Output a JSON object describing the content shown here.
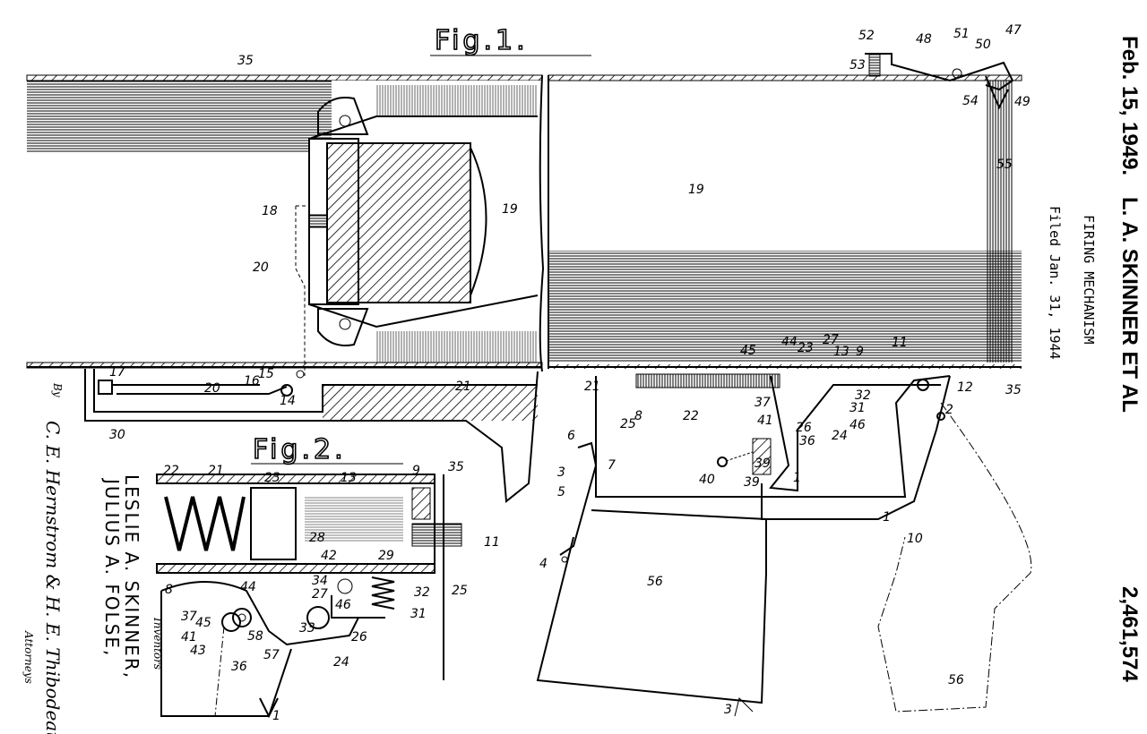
{
  "header": {
    "date": "Feb. 15, 1949.",
    "inventor_short": "L. A. SKINNER ET AL",
    "title": "FIRING MECHANISM",
    "filed": "Filed Jan. 31, 1944",
    "patent_number": "2,461,574"
  },
  "figures": {
    "fig1": "Fig.1.",
    "fig2": "Fig.2."
  },
  "signature": {
    "inventor1": "LESLIE A. SKINNER,",
    "inventor2": "JULIUS A. FOLSE,",
    "inventors_label": "Inventors",
    "by": "By",
    "attorney_names": "C. E. Hernstrom & H. E. Thibodeau",
    "attorneys_label": "Attorneys"
  },
  "reference_numerals": [
    "35",
    "19",
    "18",
    "20",
    "17",
    "15",
    "16",
    "14",
    "20",
    "21",
    "30",
    "22",
    "21",
    "23",
    "13",
    "9",
    "35",
    "11",
    "28",
    "42",
    "29",
    "8",
    "44",
    "34",
    "27",
    "46",
    "32",
    "25",
    "31",
    "37",
    "45",
    "41",
    "43",
    "58",
    "33",
    "26",
    "57",
    "36",
    "24",
    "1",
    "52",
    "48",
    "51",
    "50",
    "47",
    "53",
    "54",
    "49",
    "55",
    "19",
    "45",
    "44",
    "23",
    "27",
    "13",
    "9",
    "11",
    "12",
    "35",
    "2",
    "21",
    "8",
    "22",
    "37",
    "32",
    "31",
    "41",
    "26",
    "24",
    "46",
    "36",
    "25",
    "6",
    "39",
    "3",
    "7",
    "40",
    "39",
    "1",
    "5",
    "4",
    "10",
    "56",
    "1",
    "3",
    "56"
  ]
}
